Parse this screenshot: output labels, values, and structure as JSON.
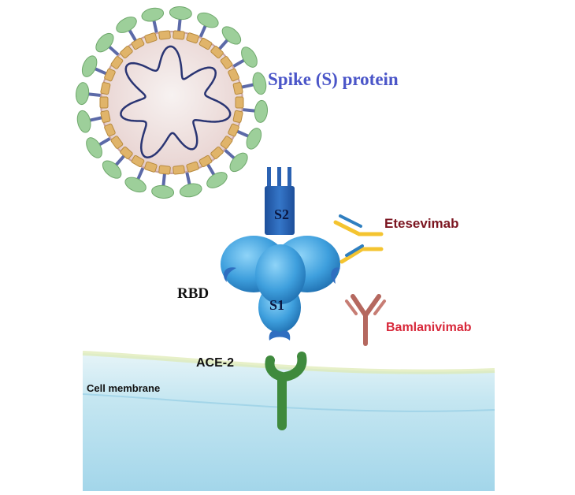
{
  "labels": {
    "spike_protein": "Spike (S) protein",
    "s2": "S2",
    "s1": "S1",
    "rbd": "RBD",
    "ace2": "ACE-2",
    "cell_membrane": "Cell membrane",
    "etesevimab": "Etesevimab",
    "bamlanivimab": "Bamlanivimab"
  },
  "colors": {
    "virus_envelope": "#e6c9c5",
    "envelope_protein": "#e0b46a",
    "spike_head": "#9dcf9a",
    "spike_stalk": "#5c6aa8",
    "spike_protein_body": "#3d9fdc",
    "s2_stalk": "#2f6fbf",
    "ace2": "#3f8a3d",
    "cell_membrane": "#a9d8ea",
    "etesevimab_heavy": "#f4c430",
    "etesevimab_light": "#2f7fc0",
    "bamlanivimab": "#b5685f"
  }
}
